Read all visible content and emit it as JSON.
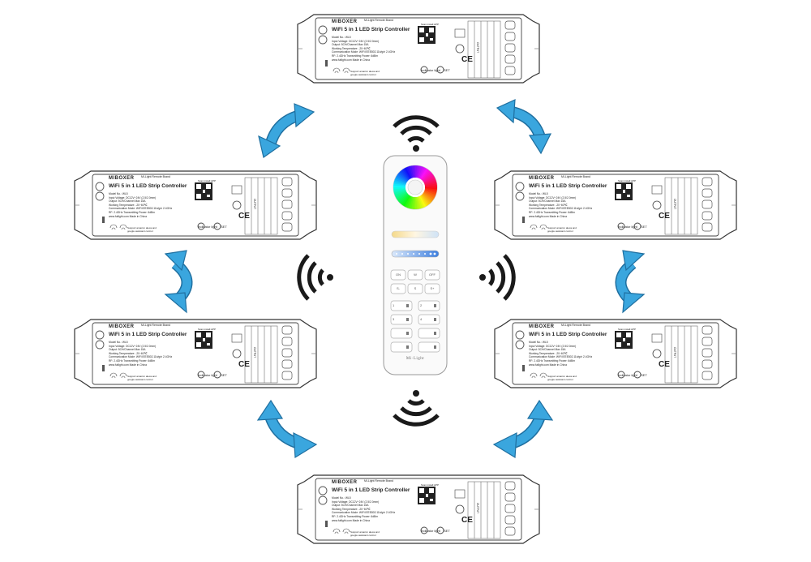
{
  "controller": {
    "brand": "MIBOXER",
    "tagline": "Mi-Light  Remote Brand",
    "title": "WiFi 5 in 1 LED Strip Controller",
    "spec_lines": [
      "Model No.: WL5",
      "Input Voltage: DC12V~24V (2.5/2.0mm)",
      "Output: 5CH/Channel Max 15A",
      "Working Temperature: -20~60℃",
      "Communication Mode: WiFi IEEE802.11b/g/n 2.4GHz",
      "RF: 2.4GHz    Transmitting Power: 6dBm",
      "www.futlight.com    Made in China"
    ],
    "scan_label": "Scan install APP",
    "indicator_label": "Indicator light",
    "set_label": "SET",
    "support_lines": [
      "Support amazon alexa and",
      "google assistant control"
    ],
    "ce_mark": "CE",
    "output_label": "OUTPUT",
    "icons": [
      "apple-icon",
      "android-icon",
      "qr-code-icon",
      "recycle-bin-icon",
      "wifi-icon",
      "voice-icon"
    ]
  },
  "remote": {
    "brand": "Mi·Light",
    "buttons_row1": [
      "ON",
      "W",
      "OFF"
    ],
    "buttons_row2": [
      "S-",
      "S",
      "S+"
    ],
    "zones": [
      "1",
      "2",
      "3",
      "4"
    ]
  },
  "colors": {
    "arrow_fill": "#3aa6de",
    "arrow_stroke": "#1f6fa0",
    "device_stroke": "#333333",
    "signal": "#1a1a1a"
  }
}
